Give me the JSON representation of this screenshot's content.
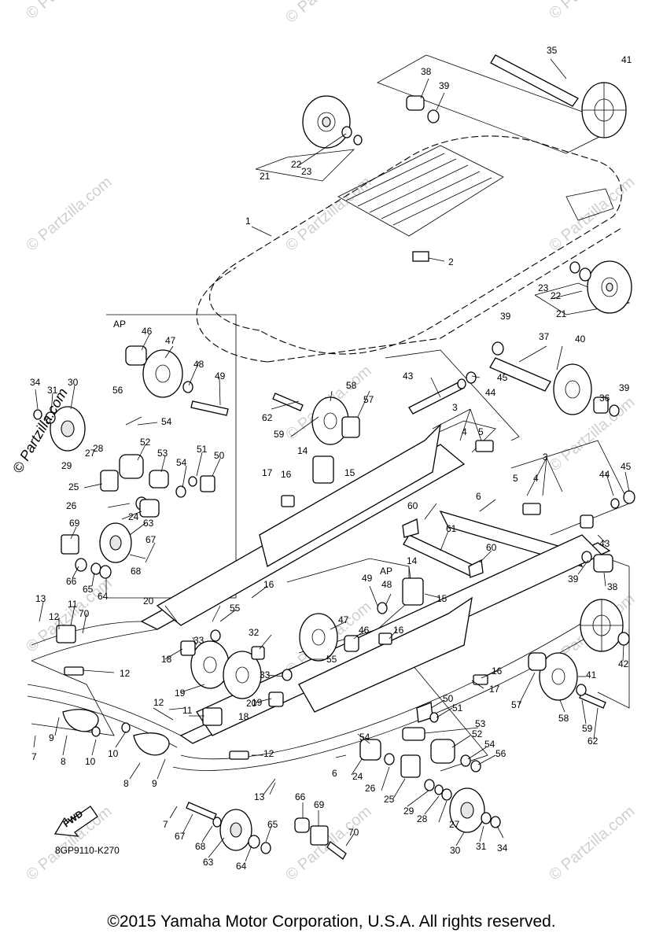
{
  "watermark": "© Partzilla.com",
  "side_watermark": "© Partzilla.com",
  "diagram_code": "8GP9110-K270",
  "fwd_label": "FWD",
  "ap_labels": [
    "AP",
    "AP"
  ],
  "copyright": "©2015 Yamaha Motor Corporation, U.S.A. All rights reserved.",
  "callouts": [
    "1",
    "2",
    "3",
    "3",
    "4",
    "4",
    "5",
    "5",
    "6",
    "6",
    "7",
    "7",
    "8",
    "8",
    "9",
    "9",
    "10",
    "10",
    "11",
    "11",
    "12",
    "12",
    "12",
    "12",
    "13",
    "13",
    "14",
    "14",
    "15",
    "15",
    "16",
    "16",
    "16",
    "16",
    "17",
    "17",
    "18",
    "18",
    "19",
    "19",
    "20",
    "20",
    "21",
    "21",
    "22",
    "22",
    "23",
    "23",
    "24",
    "24",
    "25",
    "25",
    "26",
    "26",
    "27",
    "27",
    "28",
    "28",
    "29",
    "29",
    "30",
    "30",
    "31",
    "31",
    "32",
    "33",
    "33",
    "34",
    "34",
    "35",
    "36",
    "37",
    "38",
    "38",
    "39",
    "39",
    "39",
    "39",
    "40",
    "41",
    "41",
    "42",
    "43",
    "43",
    "44",
    "44",
    "45",
    "45",
    "46",
    "46",
    "47",
    "47",
    "48",
    "48",
    "49",
    "49",
    "50",
    "50",
    "51",
    "51",
    "52",
    "52",
    "53",
    "53",
    "54",
    "54",
    "54",
    "54",
    "55",
    "55",
    "56",
    "56",
    "57",
    "57",
    "58",
    "58",
    "59",
    "59",
    "60",
    "60",
    "61",
    "62",
    "62",
    "63",
    "63",
    "64",
    "64",
    "65",
    "65",
    "66",
    "66",
    "67",
    "67",
    "68",
    "68",
    "69",
    "69",
    "70",
    "70"
  ]
}
